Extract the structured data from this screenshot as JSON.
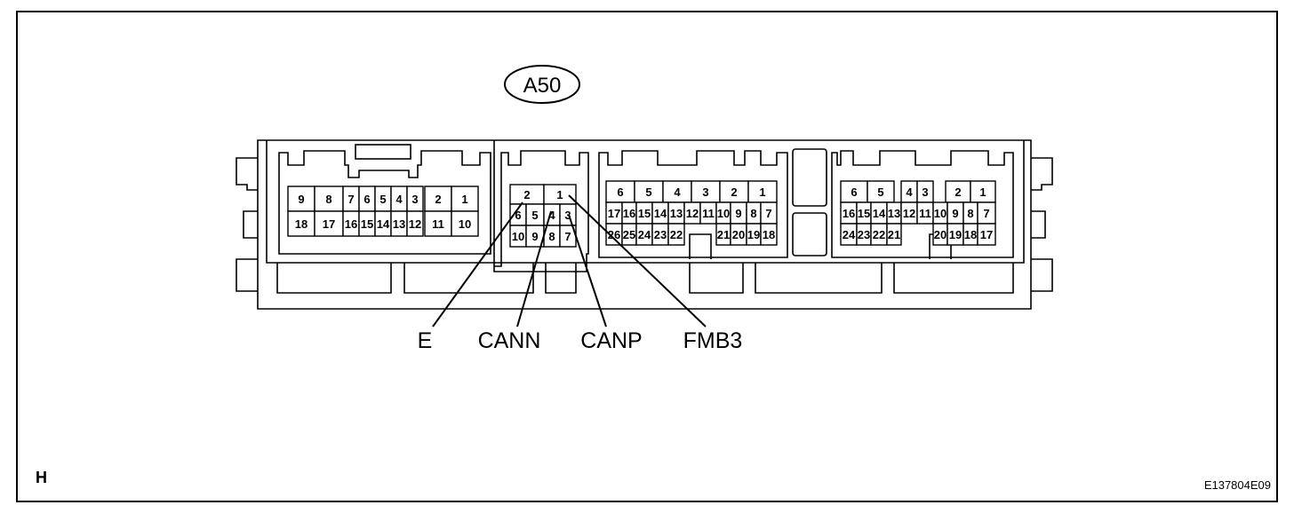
{
  "connector_id": "A50",
  "corner_label": "H",
  "figure_code": "E137804E09",
  "blocks": [
    {
      "name": "block-1",
      "rows": [
        [
          "9",
          "8",
          "7",
          "6",
          "5",
          "4",
          "3",
          "2",
          "1"
        ],
        [
          "18",
          "17",
          "16",
          "15",
          "14",
          "13",
          "12",
          "11",
          "10"
        ]
      ]
    },
    {
      "name": "block-2",
      "rows": [
        [
          "2",
          "1"
        ],
        [
          "6",
          "5",
          "4",
          "3"
        ],
        [
          "10",
          "9",
          "8",
          "7"
        ]
      ]
    },
    {
      "name": "block-3",
      "rows": [
        [
          "6",
          "5",
          "4",
          "3",
          "2",
          "1"
        ],
        [
          "17",
          "16",
          "15",
          "14",
          "13",
          "12",
          "11",
          "10",
          "9",
          "8",
          "7"
        ],
        [
          "26",
          "25",
          "24",
          "23",
          "22",
          "21",
          "20",
          "19",
          "18"
        ]
      ]
    },
    {
      "name": "block-4",
      "rows": [
        [
          "6",
          "5",
          "4",
          "3",
          "2",
          "1"
        ],
        [
          "16",
          "15",
          "14",
          "13",
          "12",
          "11",
          "10",
          "9",
          "8",
          "7"
        ],
        [
          "24",
          "23",
          "22",
          "21",
          "20",
          "19",
          "18",
          "17"
        ]
      ]
    }
  ],
  "callouts": [
    "E",
    "CANN",
    "CANP",
    "FMB3"
  ]
}
